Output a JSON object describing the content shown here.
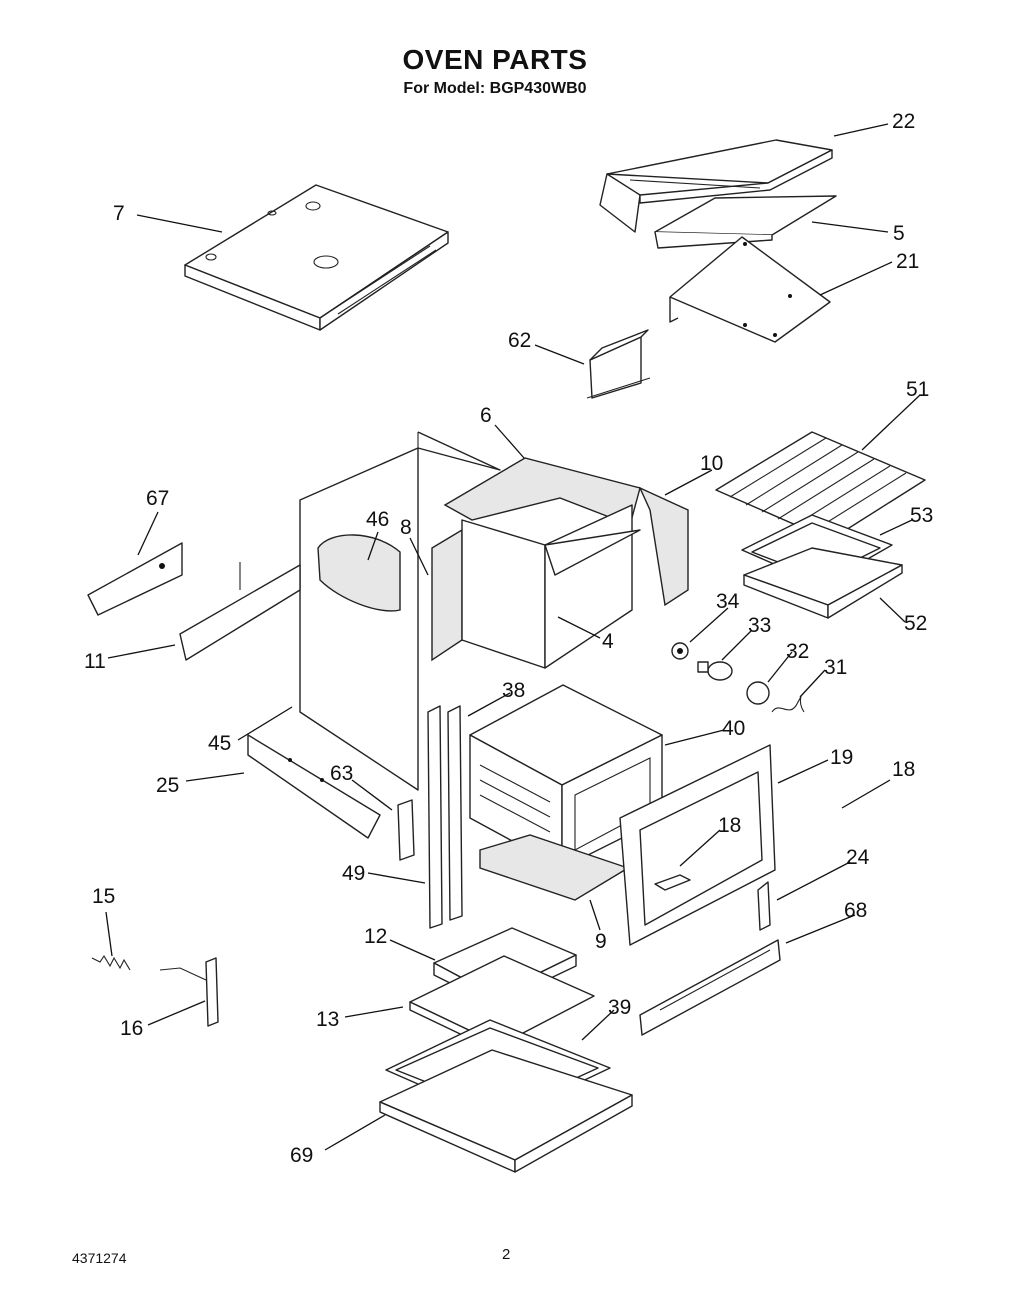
{
  "header": {
    "title": "OVEN PARTS",
    "subtitle": "For Model: BGP430WB0"
  },
  "footer": {
    "doc_number": "4371274",
    "page_number": "2"
  },
  "callouts": {
    "c7": "7",
    "c22": "22",
    "c5": "5",
    "c21": "21",
    "c62": "62",
    "c6": "6",
    "c10": "10",
    "c51": "51",
    "c67": "67",
    "c46": "46",
    "c8": "8",
    "c53": "53",
    "c4": "4",
    "c34": "34",
    "c33": "33",
    "c32": "32",
    "c31": "31",
    "c11": "11",
    "c52": "52",
    "c38": "38",
    "c40": "40",
    "c45": "45",
    "c19": "19",
    "c18a": "18",
    "c18b": "18",
    "c25": "25",
    "c63": "63",
    "c49": "49",
    "c24": "24",
    "c15": "15",
    "c9": "9",
    "c68": "68",
    "c12": "12",
    "c39": "39",
    "c13": "13",
    "c16": "16",
    "c69": "69"
  }
}
